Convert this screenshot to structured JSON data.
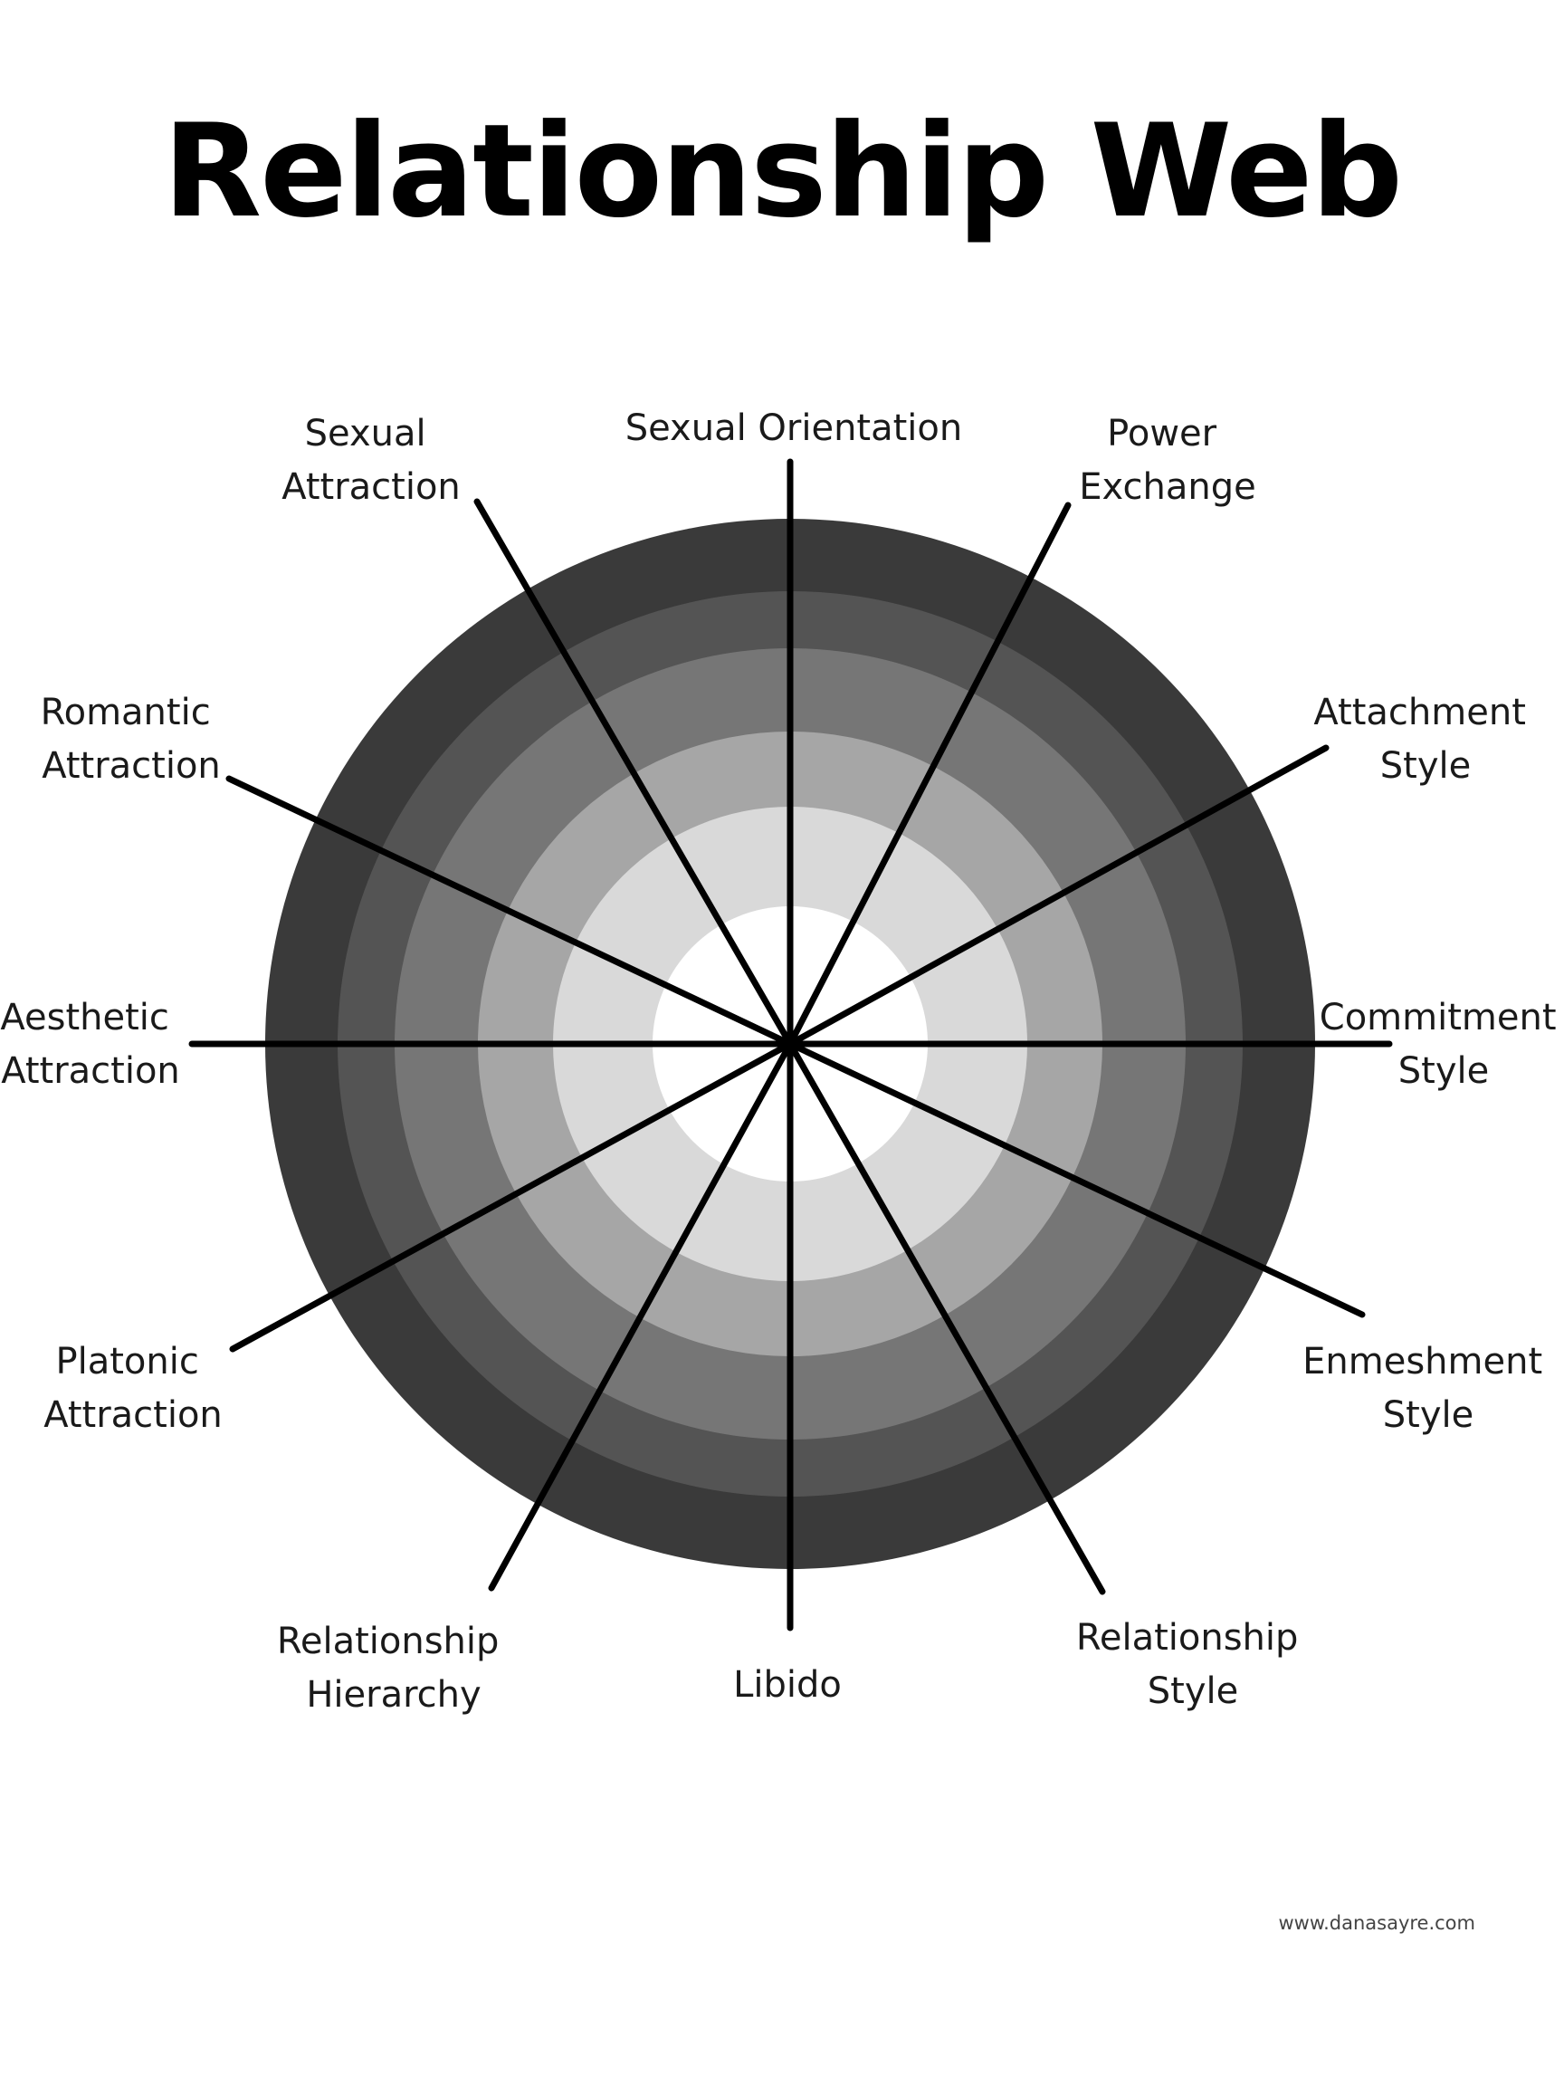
{
  "title": "Relationship Web",
  "footer": {
    "url": "www.danasayre.com"
  },
  "colors": {
    "background": "#ffffff",
    "spoke": "#000000",
    "text": "#1a1a1a",
    "rings": [
      "#3a3a3a",
      "#545454",
      "#767676",
      "#a6a6a6",
      "#d9d9d9",
      "#ffffff"
    ]
  },
  "axes": [
    {
      "lines": [
        "Sexual Orientation"
      ]
    },
    {
      "lines": [
        "Power",
        "Exchange"
      ]
    },
    {
      "lines": [
        "Attachment",
        "Style"
      ]
    },
    {
      "lines": [
        "Commitment",
        "Style"
      ]
    },
    {
      "lines": [
        "Enmeshment",
        "Style"
      ]
    },
    {
      "lines": [
        "Relationship",
        "Style"
      ]
    },
    {
      "lines": [
        "Libido"
      ]
    },
    {
      "lines": [
        "Relationship",
        "Hierarchy"
      ]
    },
    {
      "lines": [
        "Platonic",
        "Attraction"
      ]
    },
    {
      "lines": [
        "Aesthetic",
        "Attraction"
      ]
    },
    {
      "lines": [
        "Romantic",
        "Attraction"
      ]
    },
    {
      "lines": [
        "Sexual",
        "Attraction"
      ]
    }
  ]
}
